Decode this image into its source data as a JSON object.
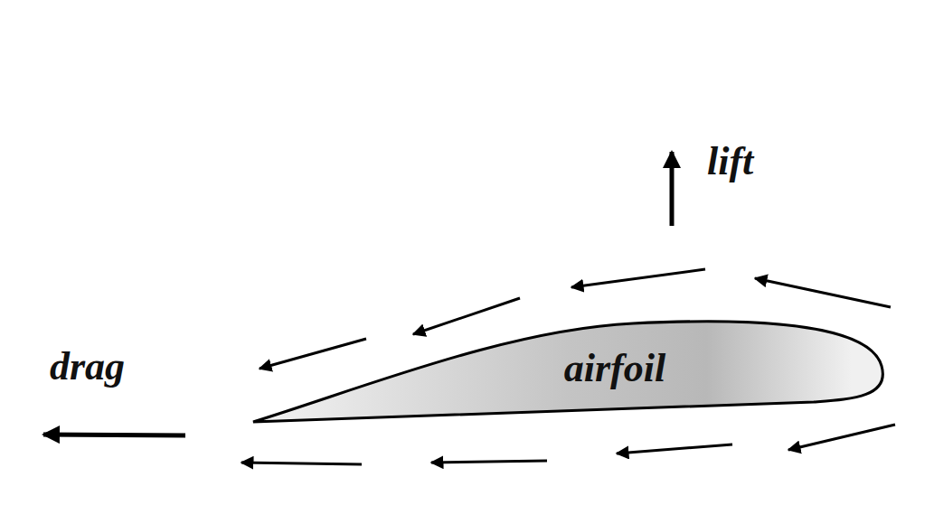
{
  "diagram": {
    "nodes": [
      {
        "text": [
          "airfoil"
        ]
      }
    ],
    "labels": [
      "lift",
      "drag"
    ]
  }
}
